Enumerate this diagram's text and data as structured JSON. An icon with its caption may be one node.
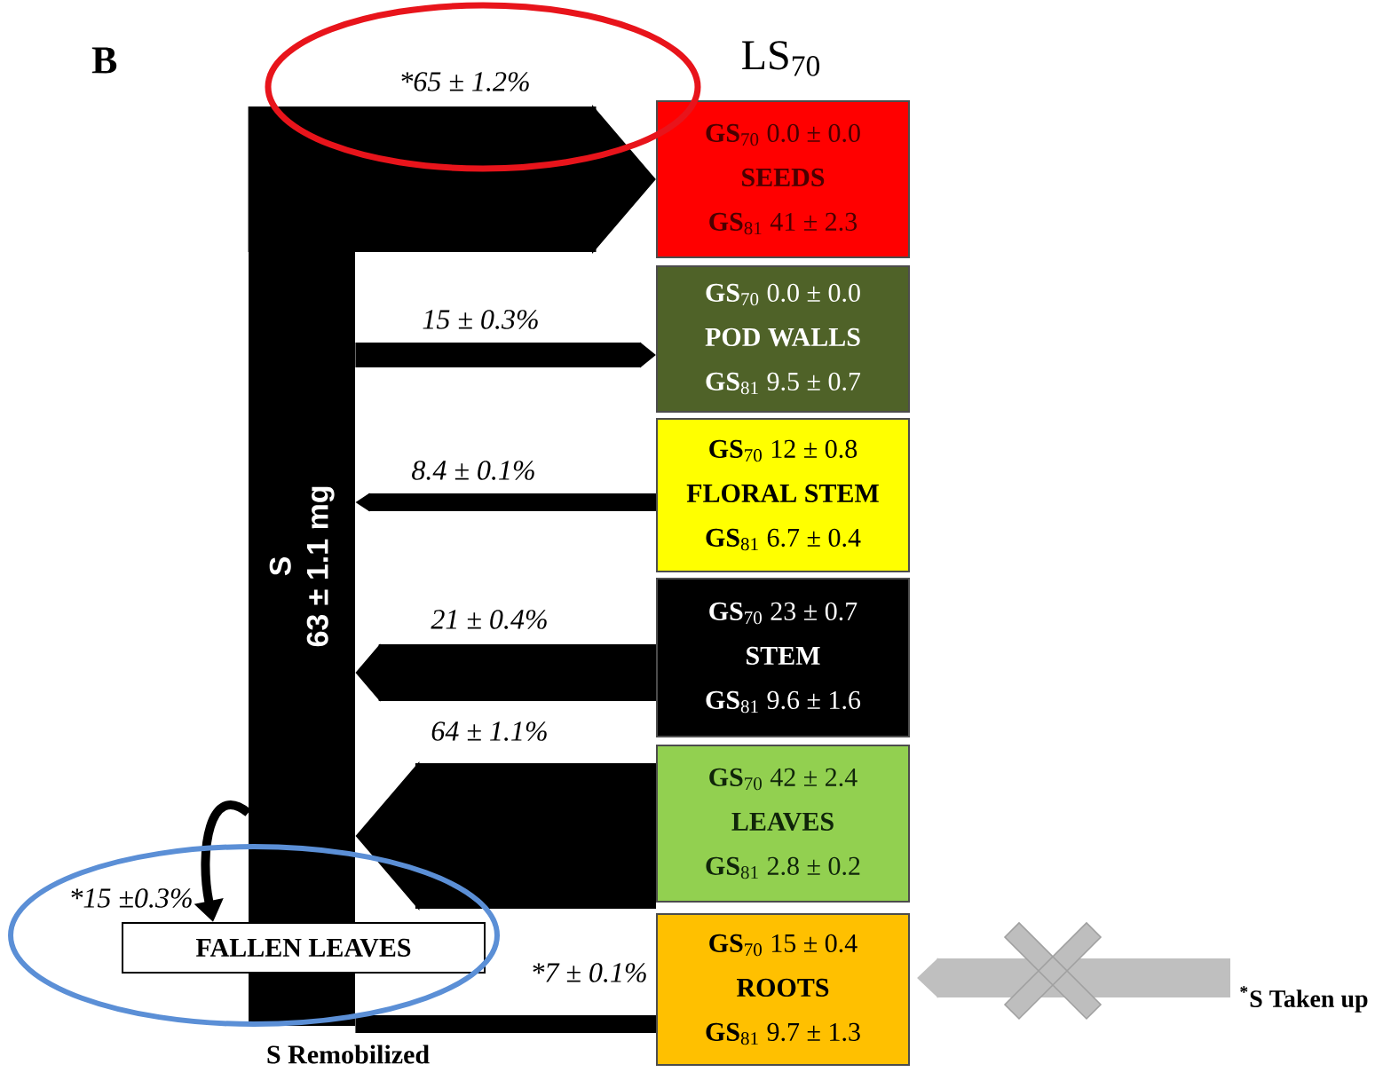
{
  "diagram": {
    "nodes": [
      {
        "text": [
          "S",
          "63 ± 1.1 mg"
        ]
      },
      {
        "text": [
          "**GS**$_{70}$ 0.0 ± 0.0",
          "SEEDS",
          "**GS**$_{81}$ 41 ± 2.3"
        ]
      },
      {
        "text": [
          "**GS**$_{70}$ 0.0 ± 0.0",
          "POD WALLS",
          "**GS**$_{81}$ 9.5 ± 0.7"
        ]
      },
      {
        "text": [
          "**GS**$_{70}$ 12 ± 0.8",
          "FLORAL STEM",
          "**GS**$_{81}$ 6.7 ± 0.4"
        ]
      },
      {
        "text": [
          "**GS**$_{70}$ 23 ± 0.7",
          "STEM",
          "**GS**$_{81}$ 9.6 ± 1.6"
        ]
      },
      {
        "text": [
          "**GS**$_{70}$ 42 ± 2.4",
          "LEAVES",
          "**GS**$_{81}$ 2.8 ± 0.2"
        ]
      },
      {
        "text": [
          "**GS**$_{70}$ 15 ± 0.4",
          "ROOTS",
          "**GS**$_{81}$ 9.7 ± 1.3"
        ]
      },
      {
        "text": [
          "FALLEN LEAVES"
        ]
      },
      {
        "text": [
          "$^{*}$S Taken up"
        ]
      }
    ],
    "edges": [
      {
        "from": 0,
        "to": 1,
        "arrow": "to",
        "label": "*65 ± 1.2%",
        "style": "thick"
      },
      {
        "from": 0,
        "to": 2,
        "arrow": "to",
        "label": "15 ± 0.3%"
      },
      {
        "from": 3,
        "to": 0,
        "arrow": "to",
        "label": "8.4 ± 0.1%"
      },
      {
        "from": 4,
        "to": 0,
        "arrow": "to",
        "label": "21 ± 0.4%",
        "style": "thick"
      },
      {
        "from": 5,
        "to": 0,
        "arrow": "to",
        "label": "64 ± 1.1%",
        "style": "thick"
      },
      {
        "from": 6,
        "to": 0,
        "arrow": "none",
        "label": "*7 ± 0.1%"
      },
      {
        "from": 0,
        "to": 7,
        "arrow": "to",
        "label": "*15 ±0.3%"
      },
      {
        "from": 8,
        "to": 6,
        "arrow": "to",
        "color": "#bfbfbf"
      }
    ],
    "labels": [
      "B",
      "LS$_{70}$",
      "S Remobilized"
    ]
  }
}
